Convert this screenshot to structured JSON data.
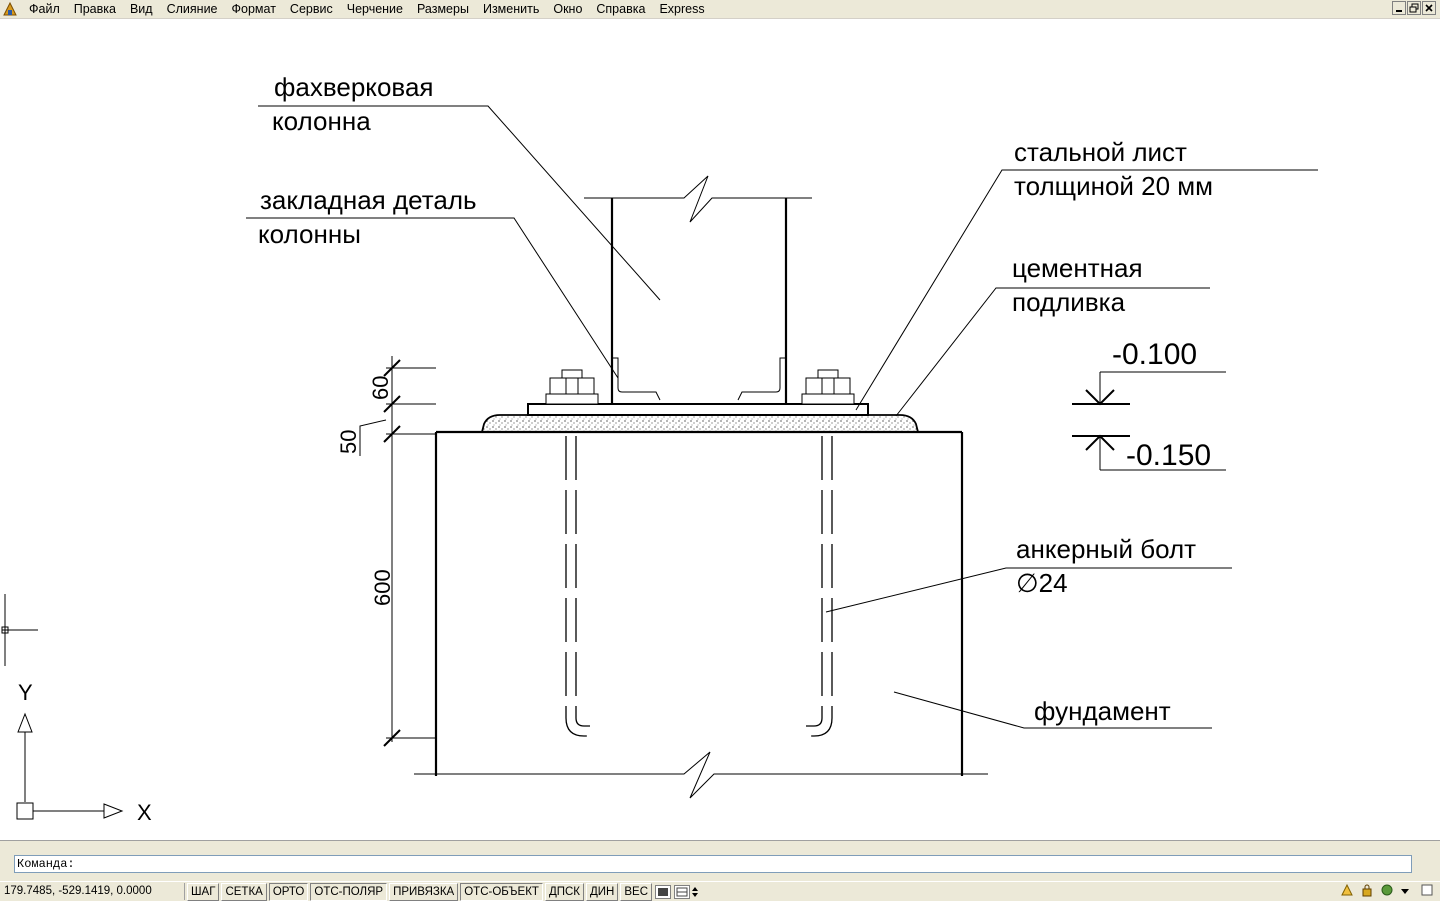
{
  "menu": {
    "items": [
      "Файл",
      "Правка",
      "Вид",
      "Слияние",
      "Формат",
      "Сервис",
      "Черчение",
      "Размеры",
      "Изменить",
      "Окно",
      "Справка",
      "Express"
    ]
  },
  "drawing": {
    "labels": {
      "column_1": "фахверковая",
      "column_2": "колонна",
      "embed_1": "закладная деталь",
      "embed_2": "колонны",
      "sheet_1": "стальной лист",
      "sheet_2": "толщиной 20 мм",
      "grout_1": "цементная",
      "grout_2": "подливка",
      "level_top": "-0.100",
      "level_bottom": "-0.150",
      "bolt_1": "анкерный болт",
      "bolt_2": "∅24",
      "foundation": "фундамент"
    },
    "dimensions": {
      "d60": "60",
      "d50": "50",
      "d600": "600"
    },
    "ucs": {
      "x": "X",
      "y": "Y"
    }
  },
  "command": {
    "prompt": "Команда:"
  },
  "status": {
    "coords": "179.7485, -529.1419, 0.0000",
    "buttons": [
      "ШАГ",
      "СЕТКА",
      "ОРТО",
      "ОТС-ПОЛЯР",
      "ПРИВЯЗКА",
      "ОТС-ОБЪЕКТ",
      "ДПСК",
      "ДИН",
      "ВЕС"
    ]
  },
  "colors": {
    "chrome": "#ece9d8",
    "ink": "#000000",
    "background": "#ffffff"
  },
  "icons": [
    "app-icon",
    "minimize-icon",
    "restore-icon",
    "close-icon",
    "model-icon",
    "layout-icon",
    "lock-icon",
    "tray-icon"
  ]
}
